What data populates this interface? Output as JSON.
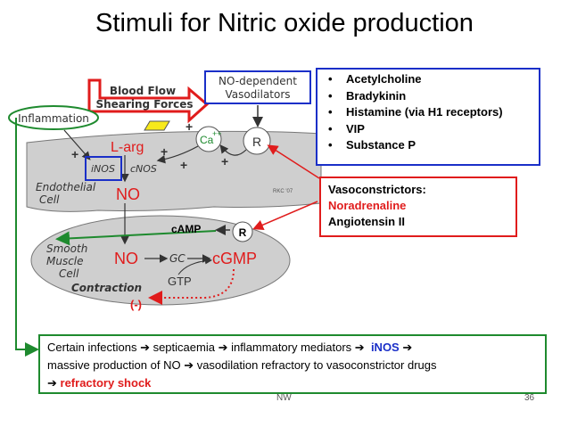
{
  "title": "Stimuli for Nitric oxide production",
  "diagram": {
    "blood_flow_line1": "Blood Flow",
    "blood_flow_line2": "Shearing Forces",
    "no_dep_line1": "NO-dependent",
    "no_dep_line2": "Vasodilators",
    "inflammation": "Inflammation",
    "larg": "L-arg",
    "ca": "Ca",
    "ca_sup": "++",
    "r_top": "R",
    "inos": "iNOS",
    "cnos": "cNOS",
    "no_endo": "NO",
    "endothelial_line1": "Endothelial",
    "endothelial_line2": "Cell",
    "plus1": "+",
    "plus2": "+",
    "plus3": "+",
    "plus4": "+",
    "plus5": "+",
    "signature": "RKC '07",
    "camp": "cAMP",
    "r_mid": "R",
    "smooth_line1": "Smooth",
    "smooth_line2": "Muscle",
    "smooth_line3": "Cell",
    "no_smooth": "NO",
    "gc": "GC",
    "cgmp": "cGMP",
    "gtp": "GTP",
    "contraction": "Contraction",
    "minus": "(-)"
  },
  "stimuli_list": [
    "Acetylcholine",
    "Bradykinin",
    "Histamine (via H1 receptors)",
    "VIP",
    "Substance P"
  ],
  "vasoconstrictors": {
    "heading": "Vasoconstrictors:",
    "item1": "Noradrenaline",
    "item2": "Angiotensin II"
  },
  "bottom": {
    "l1_a": "Certain infections ",
    "arrow": "➔",
    "l1_b": " septicaemia ",
    "l1_c": " inflammatory mediators ",
    "l1_d": "iNOS",
    "l2_a": "massive production of NO ",
    "l2_b": " vasodilation  refractory to vasoconstrictor drugs",
    "l3": " refractory  shock"
  },
  "footer": {
    "author": "NW",
    "page": "36"
  },
  "colors": {
    "blue": "#1a2fc8",
    "red": "#e01c1c",
    "green": "#1e8a2e",
    "cell_gray": "#cfcfcf",
    "yellow": "#f7e91a"
  }
}
